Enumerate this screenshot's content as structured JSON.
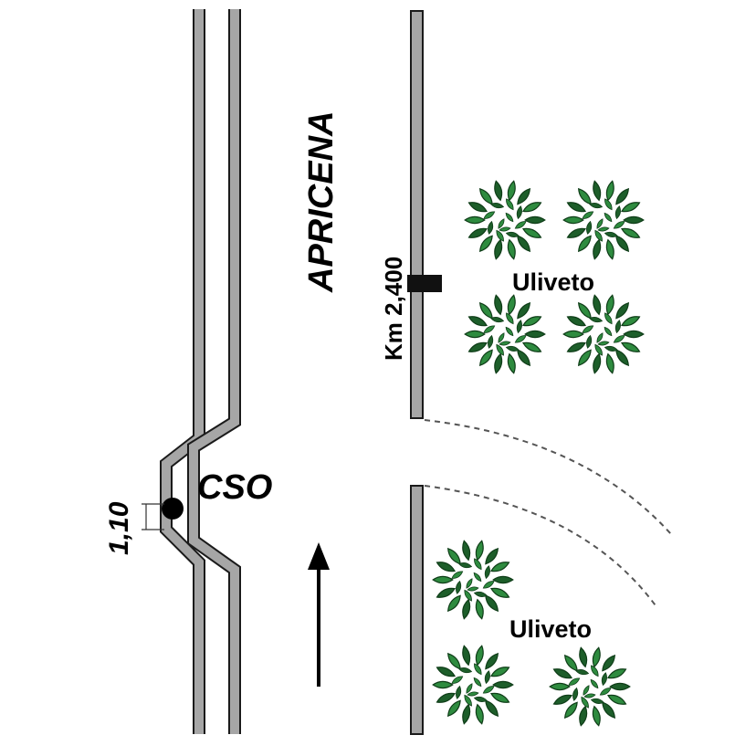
{
  "labels": {
    "town": "APRICENA",
    "km_marker": "Km 2,400",
    "station": "CSO",
    "dimension": "1,10",
    "grove_top": "Uliveto",
    "grove_bottom": "Uliveto"
  },
  "colors": {
    "road_edge_fill": "#a6a6a6",
    "road_edge_stroke": "#1a1a1a",
    "tree_leaf": "#2e8b3f",
    "tree_leaf_dark": "#1d5e2a",
    "dashed_track": "#555555"
  },
  "icons": {
    "tree": "olive-tree-icon",
    "marker": "km-marker-icon",
    "station": "station-dot-icon",
    "direction": "direction-arrow-icon"
  }
}
